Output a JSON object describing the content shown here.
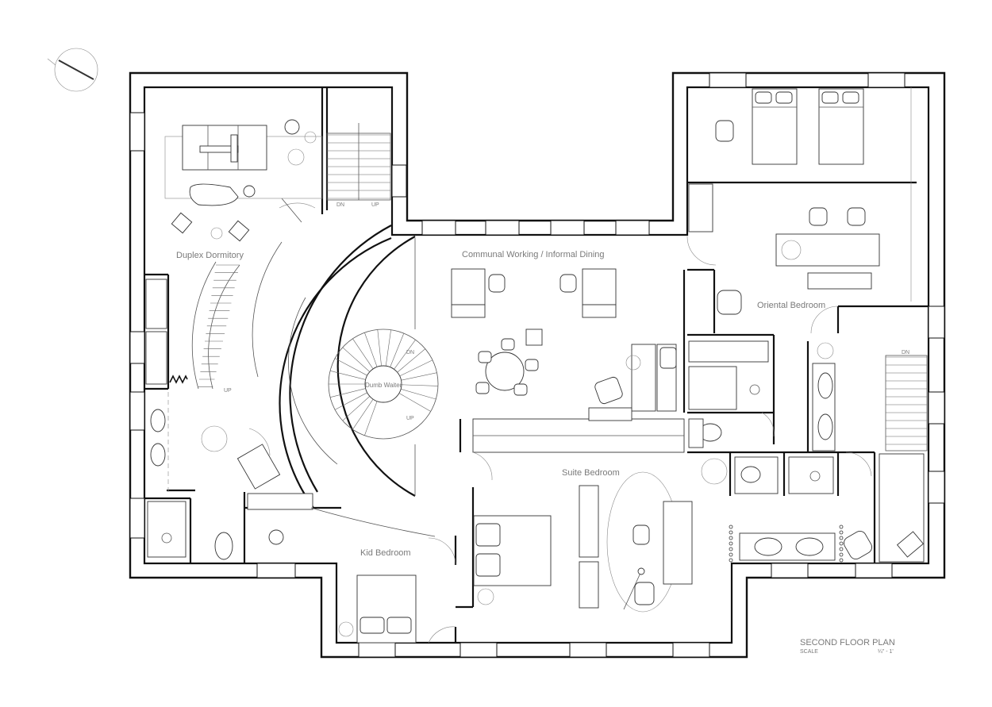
{
  "plan": {
    "title": "SECOND FLOOR PLAN",
    "scale_label": "SCALE",
    "scale_value": "¼\" - 1'",
    "rooms": {
      "duplex_dormitory": "Duplex Dormitory",
      "communal": "Communal Working / Informal Dining",
      "oriental_bedroom": "Oriental Bedroom",
      "suite_bedroom": "Suite Bedroom",
      "kid_bedroom": "Kid Bedroom",
      "dumb_waiter": "Dumb Waiter"
    },
    "stair_marks": {
      "dn_left": "DN",
      "up_left": "UP",
      "up_dormitory": "UP",
      "dn_spiral": "DN",
      "up_spiral": "UP",
      "dn_right": "DN"
    }
  }
}
